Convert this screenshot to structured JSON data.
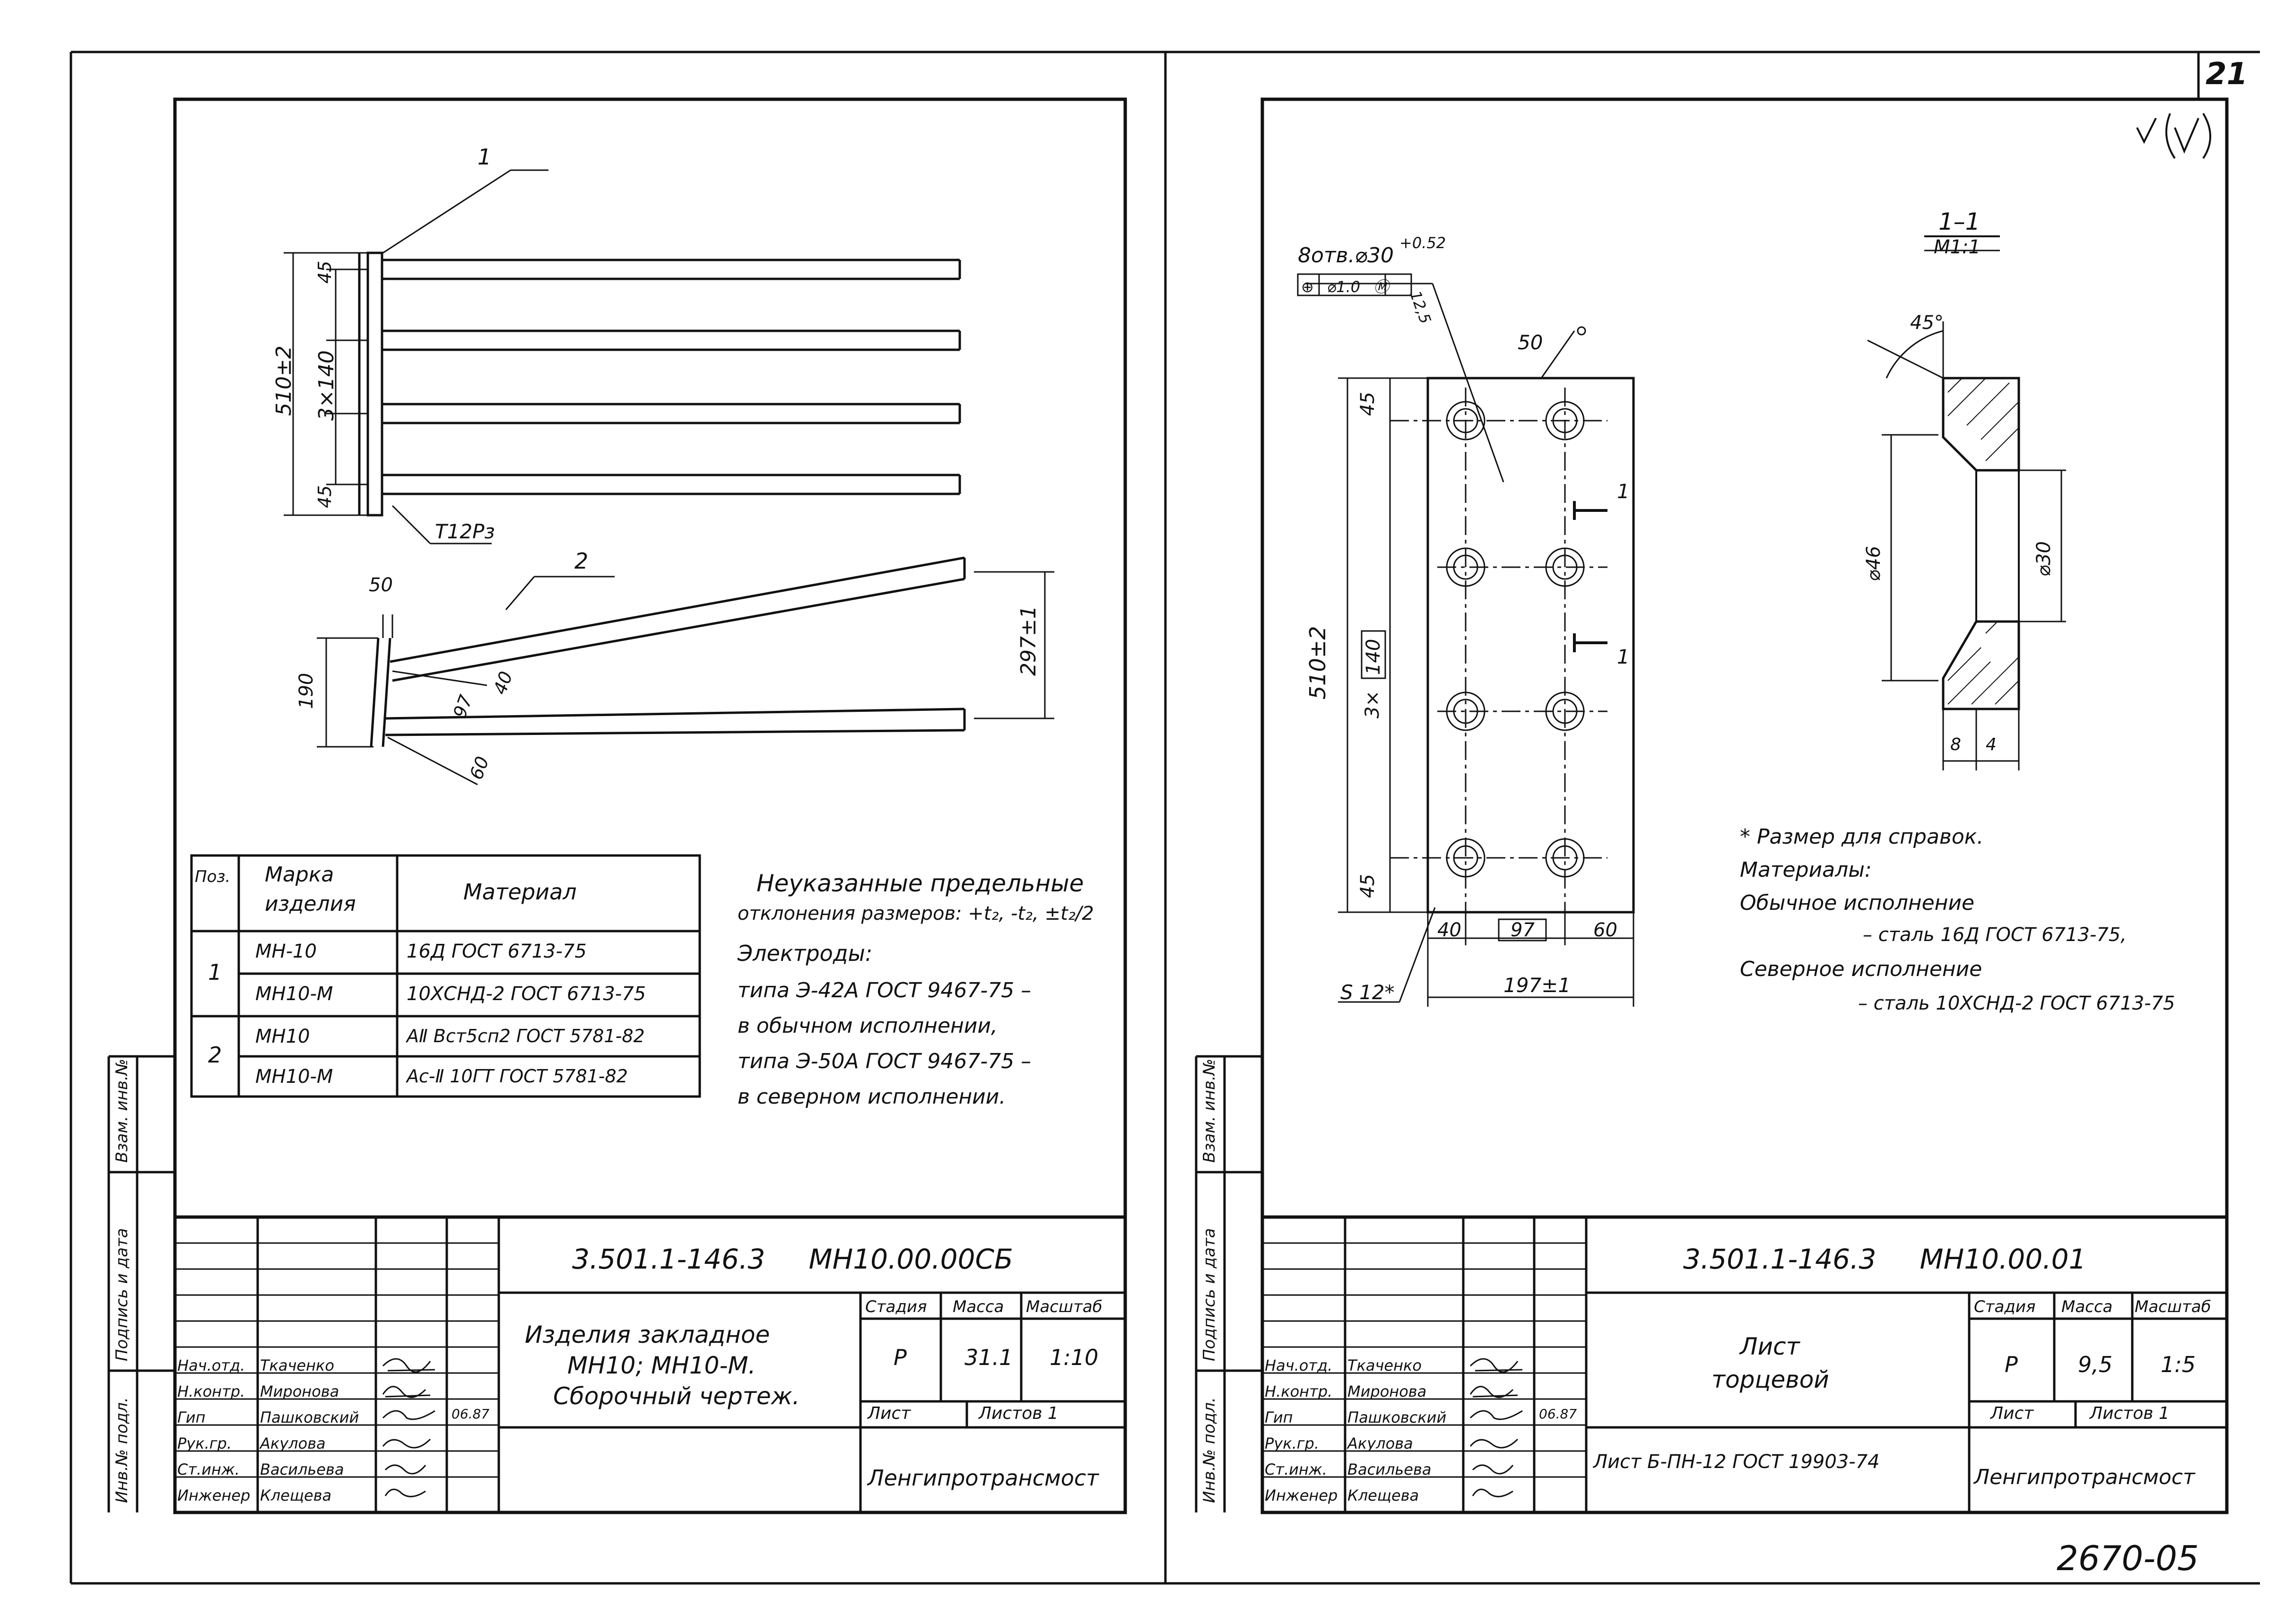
{
  "page_number": "21",
  "archive_number": "2670-05",
  "left_sheet": {
    "callouts": {
      "pos1": "1",
      "pos2": "2",
      "weld_code": "Т12Рз"
    },
    "top_view_dims": {
      "total": "510±2",
      "spacing": "3×140",
      "edge_top": "45",
      "edge_bottom": "45"
    },
    "side_view_dims": {
      "d50": "50",
      "d190": "190",
      "d97": "97",
      "d40": "40",
      "d60": "60",
      "d297": "297±1"
    },
    "table": {
      "headers": [
        "Поз.",
        "Марка изделия",
        "Материал"
      ],
      "rows": [
        {
          "pos": "1",
          "mark": "МН-10",
          "material": "16Д ГОСТ 6713-75"
        },
        {
          "pos": "",
          "mark": "МН10-М",
          "material": "10ХСНД-2 ГОСТ 6713-75"
        },
        {
          "pos": "2",
          "mark": "МН10",
          "material": "АⅡ Вст5сп2 ГОСТ 5781-82"
        },
        {
          "pos": "",
          "mark": "МН10-М",
          "material": "Ac-Ⅱ 10ГТ ГОСТ 5781-82"
        }
      ]
    },
    "notes": [
      "Неуказанные предельные",
      "отклонения размеров: +t₂, -t₂, ±t₂/2",
      "Электроды:",
      "типа Э-42А ГОСТ 9467-75 –",
      "в обычном исполнении,",
      "типа Э-50А ГОСТ 9467-75 –",
      "в северном исполнении."
    ],
    "side_stamp": [
      "Взам. инв.№",
      "Подпись и дата",
      "Инв.№ подл."
    ],
    "title_block": {
      "code": "3.501.1-146.3     МН10.00.00СБ",
      "name": [
        "Изделия закладное",
        "МН10; МН10-М.",
        "Сборочный чертеж."
      ],
      "col_headers": [
        "Стадия",
        "Масса",
        "Масштаб"
      ],
      "stage": "Р",
      "mass": "31.1",
      "scale": "1:10",
      "sheet_label": "Лист",
      "sheets_label": "Листов 1",
      "org": "Ленгипротрансмост",
      "date": "06.87",
      "roles": [
        "Нач.отд.",
        "Н.контр.",
        "Гип",
        "Рук.гр.",
        "Ст.инж.",
        "Инженер"
      ],
      "names": [
        "Ткаченко",
        "Миронова",
        "Пашковский",
        "Акулова",
        "Васильева",
        "Клещева"
      ]
    }
  },
  "right_sheet": {
    "holes": "8отв.⌀30",
    "hole_tol": "+0.52",
    "tolerance_frame": "⊕ ⌀1.0 Ⓜ",
    "chamfer": "12,5",
    "d50": "50",
    "dims": {
      "total": "510±2",
      "spacing": "3×",
      "spacing_box": "140",
      "edge_top": "45",
      "edge_bottom": "45",
      "w40": "40",
      "w97": "97",
      "w60": "60",
      "w197": "197±1",
      "thick": "S 12*"
    },
    "section_mark": "1",
    "section": {
      "title": "1–1",
      "scale": "М1:1",
      "angle": "45°",
      "d46": "⌀46",
      "d30": "⌀30",
      "w8": "8",
      "w4": "4"
    },
    "notes": [
      "* Размер для справок.",
      "Материалы:",
      "Обычное исполнение",
      "– сталь 16Д ГОСТ 6713-75,",
      "Северное исполнение",
      "– сталь 10ХСНД-2 ГОСТ 6713-75"
    ],
    "side_stamp": [
      "Взам. инв.№",
      "Подпись и дата",
      "Инв.№ подл."
    ],
    "title_block": {
      "code": "3.501.1-146.3     МН10.00.01",
      "name": [
        "Лист",
        "торцевой"
      ],
      "col_headers": [
        "Стадия",
        "Масса",
        "Масштаб"
      ],
      "stage": "Р",
      "mass": "9,5",
      "scale": "1:5",
      "sheet_label": "Лист",
      "sheets_label": "Листов 1",
      "material": "Лист Б-ПН-12 ГОСТ 19903-74",
      "org": "Ленгипротрансмост",
      "date": "06.87",
      "roles": [
        "Нач.отд.",
        "Н.контр.",
        "Гип",
        "Рук.гр.",
        "Ст.инж.",
        "Инженер"
      ],
      "names": [
        "Ткаченко",
        "Миронова",
        "Пашковский",
        "Акулова",
        "Васильева",
        "Клещева"
      ]
    }
  }
}
